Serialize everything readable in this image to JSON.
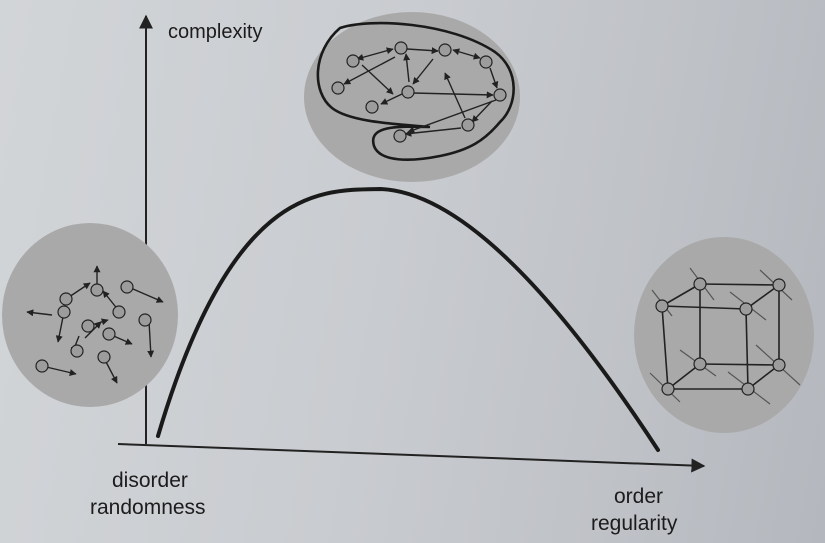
{
  "axes": {
    "y_label": "complexity",
    "x_left_label_1": "disorder",
    "x_left_label_2": "randomness",
    "x_right_label_1": "order",
    "x_right_label_2": "regularity"
  },
  "colors": {
    "ink": "#1c1c1c",
    "blob": "#a9a9a9",
    "node": "#9c9c9c",
    "background": "#c9ccd0"
  },
  "icons": [
    "random-gas-icon",
    "complex-network-icon",
    "crystal-lattice-icon"
  ]
}
